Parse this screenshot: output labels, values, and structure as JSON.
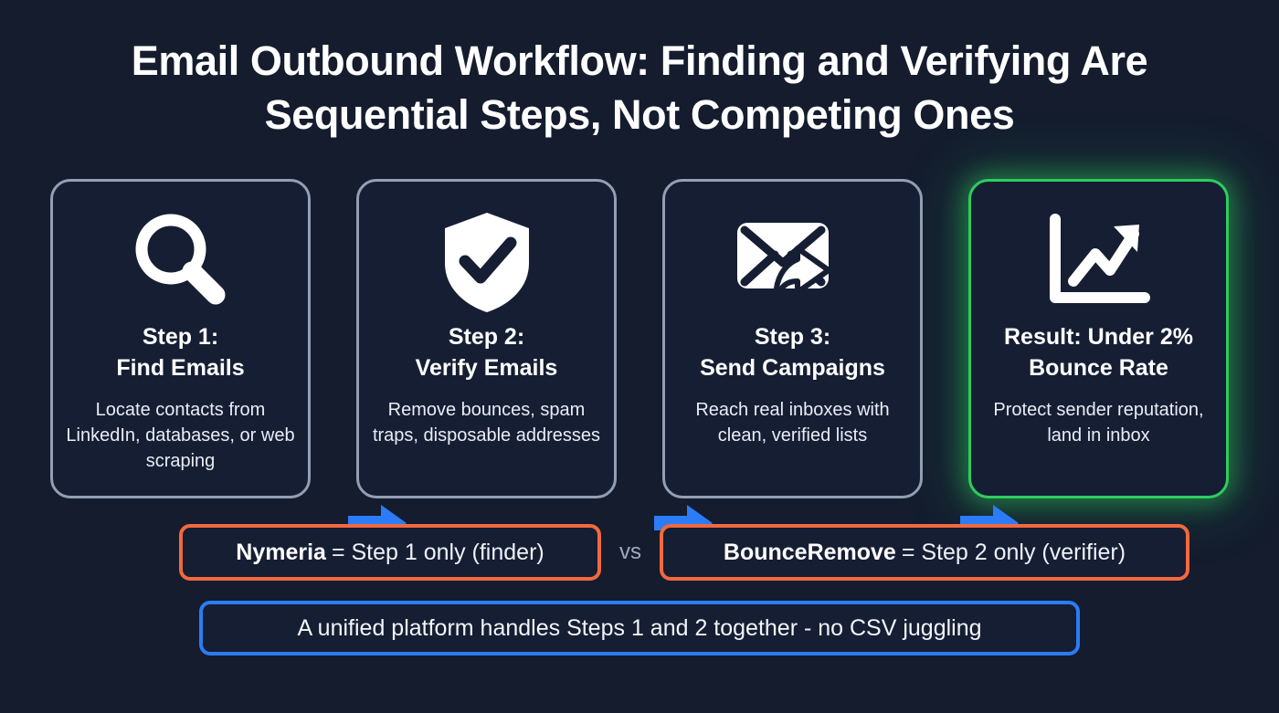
{
  "theme": {
    "background": "#141c2e",
    "card_background": "#161e33",
    "card_border": "#939fb4",
    "accent_green": "#2ecc5e",
    "accent_orange": "#f2683f",
    "accent_blue": "#2b7cf6",
    "arrow_blue": "#2b7cf6",
    "text_primary": "#ffffff",
    "text_secondary": "#e9edf5",
    "text_muted": "#9fabbe"
  },
  "title": "Email Outbound Workflow: Finding and Verifying Are Sequential Steps, Not Competing Ones",
  "steps": [
    {
      "icon": "magnifying-glass-icon",
      "title": "Step 1:\nFind Emails",
      "description": "Locate contacts from LinkedIn, databases, or web scraping",
      "highlight": false
    },
    {
      "icon": "shield-check-icon",
      "title": "Step 2:\nVerify Emails",
      "description": "Remove bounces, spam traps, disposable addresses",
      "highlight": false
    },
    {
      "icon": "envelope-forward-icon",
      "title": "Step 3:\nSend Campaigns",
      "description": "Reach real inboxes with clean, verified lists",
      "highlight": false
    },
    {
      "icon": "growth-chart-icon",
      "title": "Result: Under 2% Bounce Rate",
      "description": "Protect sender reputation, land in inbox",
      "highlight": true
    }
  ],
  "comparison": {
    "left": {
      "brand": "Nymeria",
      "detail": "= Step 1 only (finder)"
    },
    "separator": "vs",
    "right": {
      "brand": "BounceRemove",
      "detail": "= Step 2 only (verifier)"
    }
  },
  "banner": {
    "text": "A unified platform handles Steps 1 and 2 together - no CSV juggling"
  }
}
